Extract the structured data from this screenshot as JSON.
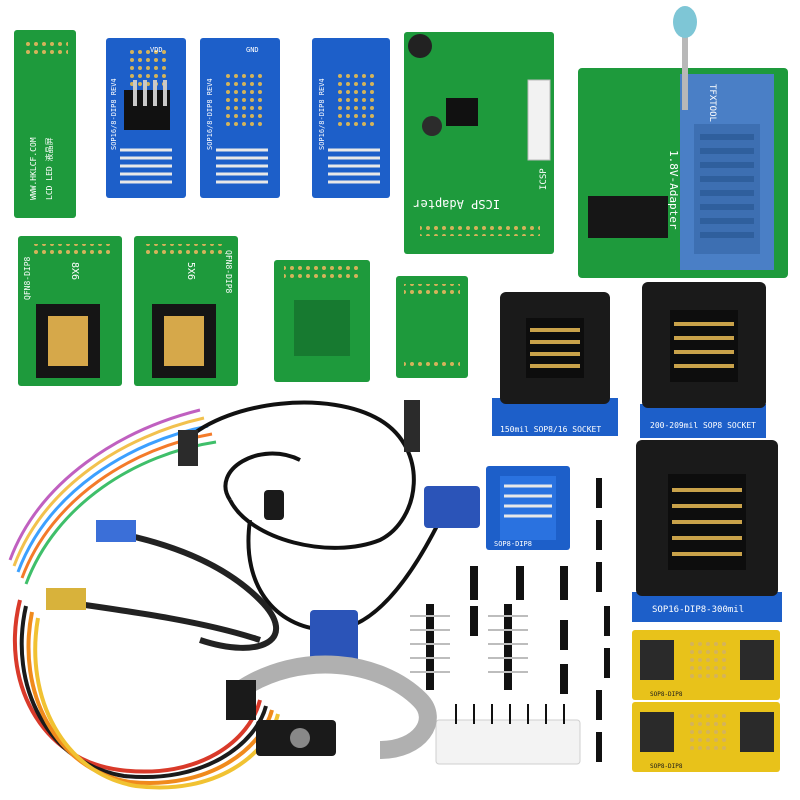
{
  "labels": {
    "lcd_board": "WWW.HKLCF.COM",
    "lcd_board_cn": "LCD LED 液晶屏",
    "sop_dip_a": "SOP16/8-DIP8 REV4",
    "sop_dip_b": "SOP16/8-DIP8 REV4",
    "sop_dip_c": "SOP16/8-DIP8 REV4",
    "vdd": "VDD",
    "gnd": "GND",
    "icsp": "ICSP Adapter",
    "icsp_short": "ICSP",
    "tl866_adapter": "1.8V-Adapter",
    "tl866_brand": "TFXTOOL",
    "qfn_a": "QFN8-DIP8",
    "qfn_a_size": "8X6",
    "qfn_b": "QFN8-DIP8",
    "qfn_b_size": "5X6",
    "socket_150": "150mil SOP8/16 SOCKET",
    "socket_200": "200-209mil SOP8 SOCKET",
    "socket_300": "SOP16-DIP8-300mil",
    "small_pcb": "SOP8-DIP8",
    "yellow_a": "SOP8-DIP8",
    "yellow_b": "SOP8-DIP8"
  },
  "colors": {
    "pcb_green": "#1e9a3c",
    "pcb_blue": "#1d5fc9",
    "socket_black": "#1a1a1a",
    "yellow_pcb": "#e8c21a",
    "zif_blue": "#4a7fc6",
    "vga_blue": "#2b54b8"
  }
}
